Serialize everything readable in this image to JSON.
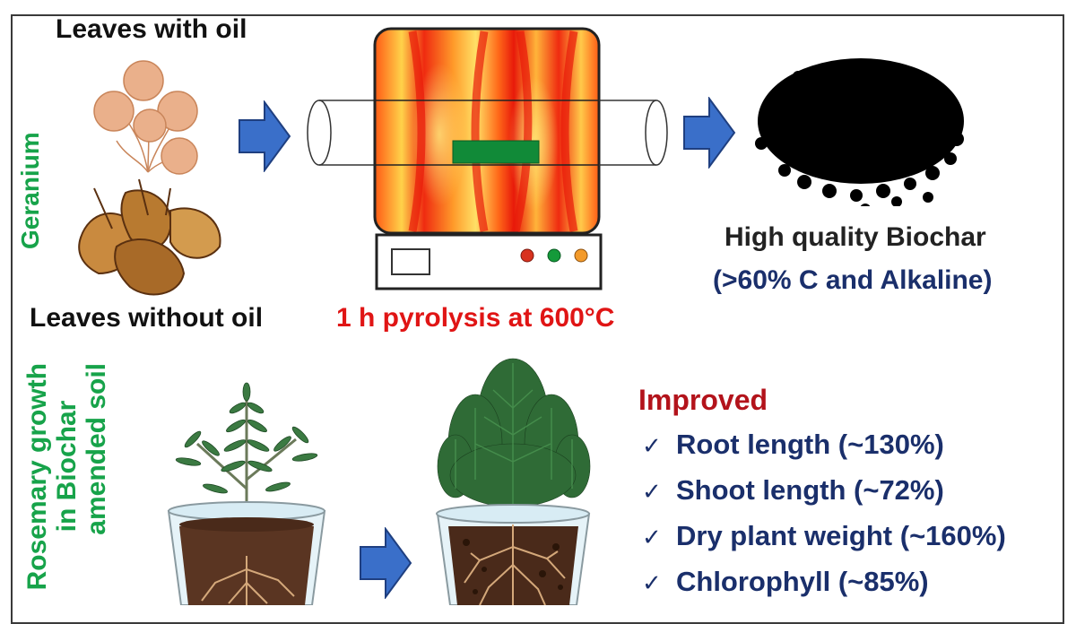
{
  "top_section": {
    "side_label": "Geranium",
    "leaves_with_oil": "Leaves with oil",
    "leaves_without_oil": "Leaves without oil",
    "process_label": "1 h pyrolysis at 600°C",
    "product_title": "High quality Biochar",
    "product_subtitle": "(>60% C and Alkaline)"
  },
  "bottom_section": {
    "side_label_lines": [
      "Rosemary growth",
      "in Biochar",
      "amended soil"
    ],
    "improved_heading": "Improved",
    "improvements": [
      {
        "check": "✓",
        "text": "Root length (~130%)"
      },
      {
        "check": "✓",
        "text": "Shoot length (~72%)"
      },
      {
        "check": "✓",
        "text": "Dry plant weight (~160%)"
      },
      {
        "check": "✓",
        "text": "Chlorophyll (~85%)"
      }
    ]
  },
  "colors": {
    "arrow_blue": "#3a6fc9",
    "process_red": "#e01515",
    "biochar_navy": "#1a2f6b",
    "label_green": "#17a34a",
    "improved_red": "#b3131b",
    "furnace_sample_green": "#118a38"
  },
  "icons": {
    "arrows": [
      "arrow-right-icon",
      "arrow-right-icon",
      "arrow-right-icon"
    ],
    "furnace_indicators": [
      "red",
      "green",
      "orange"
    ]
  }
}
